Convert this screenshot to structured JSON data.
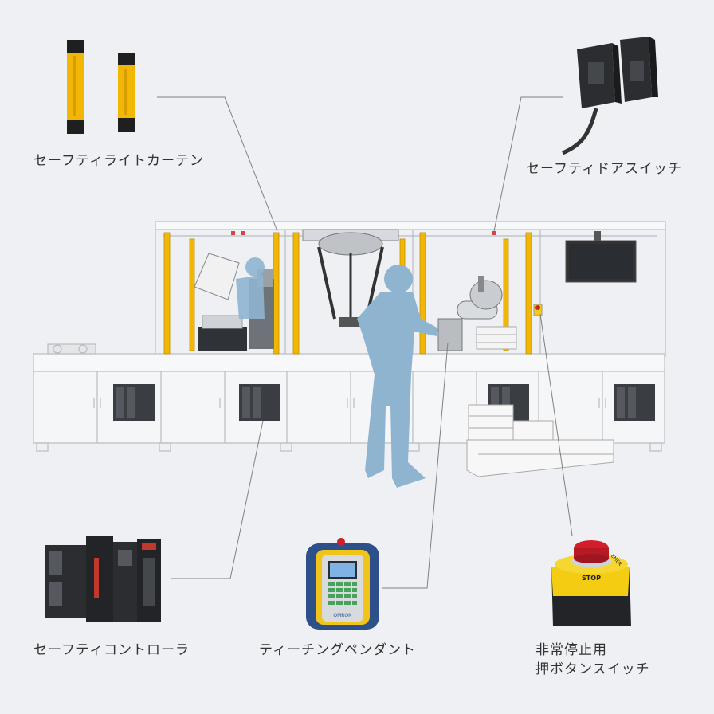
{
  "labels": {
    "safety_light_curtain": "セーフティライトカーテン",
    "safety_door_switch": "セーフティドアスイッチ",
    "safety_controller": "セーフティコントローラ",
    "teaching_pendant": "ティーチングペンダント",
    "emergency_stop_line1": "非常停止用",
    "emergency_stop_line2": "押ボタンスイッチ",
    "estop_sign": "STOP",
    "estop_side_text": "EMER",
    "pendant_brand": "OMRON"
  },
  "colors": {
    "background": "#eef0f3",
    "curtain_yellow": "#f2b705",
    "line": "#808080",
    "operator": "#8fb4d0",
    "estop_red": "#d01f2b",
    "estop_yellow": "#f4cc12"
  }
}
